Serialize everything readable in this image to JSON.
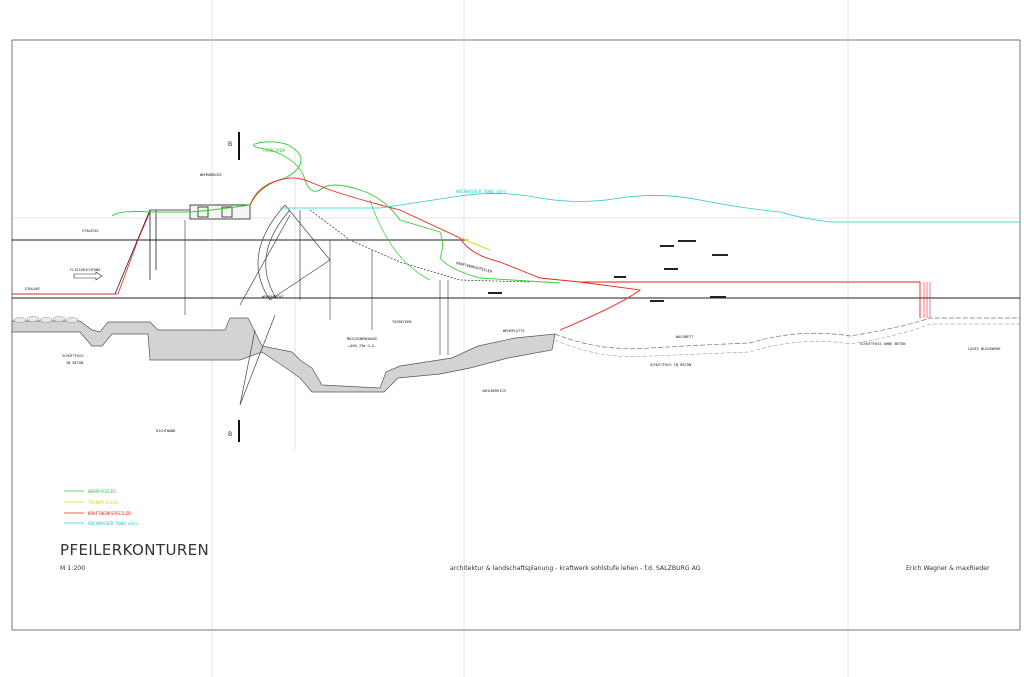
{
  "drawing": {
    "title": "PFEILERKONTUREN",
    "scale": "M 1:200",
    "project": "architektur & landschaftsplanung - kraftwerk sohlstufe lehen - f.d. SALZBURG AG",
    "authors": "Erich Wagner & maxRieder"
  },
  "colors": {
    "wehrpfeiler": "#33cc33",
    "trennpfeiler": "#dddd22",
    "kraftwerkspfeiler": "#ee2222",
    "hochwasser": "#22cccc",
    "linework": "#333333",
    "concrete": "#d0d0d0"
  },
  "legend": [
    {
      "label": "WEHRPFEILER",
      "color": "#33cc33"
    },
    {
      "label": "TRENNPFEILER",
      "color": "#dddd22"
    },
    {
      "label": "KRAFTWERKSPFEILER",
      "color": "#ee2222"
    },
    {
      "label": "HOCHWASSER 5000 m3/s",
      "color": "#22cccc"
    }
  ],
  "section_marks": {
    "top": "B",
    "bottom": "B"
  },
  "labels": {
    "tosbecken_green": "TOSBECKEN",
    "wehrbrucke": "WEHRBRÜCKE",
    "tosbecken_main": "TOSBECKEN",
    "nachbett": "NACHBETT",
    "kraftwerkspfeiler": "KRAFTWERKSPFEILER",
    "hochwasser": "HOCHWASSER 5000 m3/s",
    "maschinenhaus": "MASCHINENHAUSE",
    "level": "+406,75m ü.A.",
    "schuettfuss_left": "SCHÜTTFUSS",
    "in_beton": "IN BETON",
    "schuettfuss_mid": "SCHÜTTFUSS IN BETON",
    "schuettfuss_right": "SCHÜTTFUSS OHNE BETON",
    "loses_blockwerk": "LOSES BLOCKWERK",
    "bruecke": "WEHRBRÜCKE",
    "fliessrichtung": "FLIESSRICHTUNG",
    "stauziel": "STAUZIEL",
    "dichtwand": "DICHTWAND",
    "sohlbereich": "SOHLBEREICH",
    "wehrplatte": "WEHRPLATTE",
    "einlauf": "EINLAUF"
  }
}
